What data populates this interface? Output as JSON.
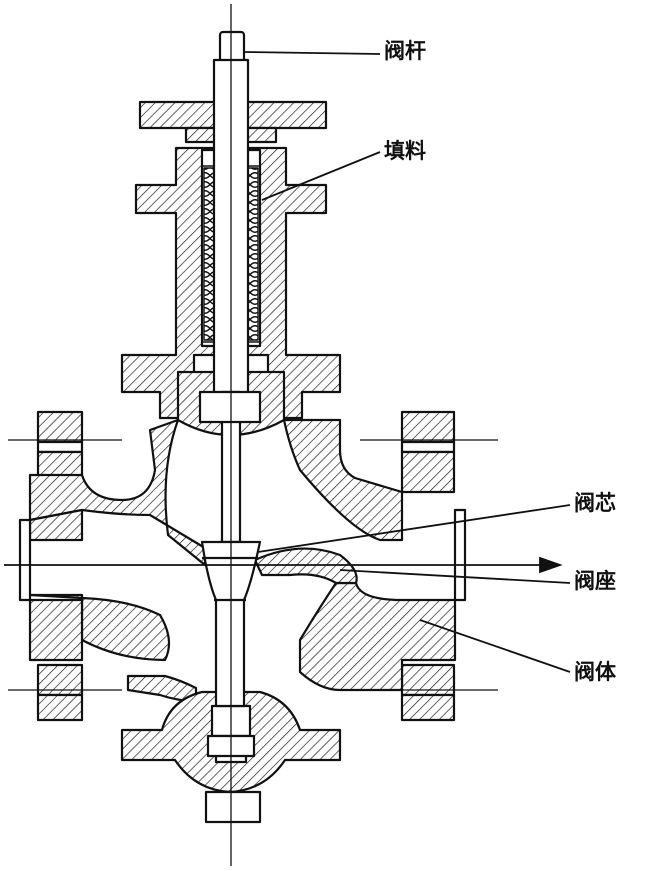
{
  "labels": {
    "stem": "阀杆",
    "packing": "填料",
    "plug": "阀芯",
    "seat": "阀座",
    "body": "阀体"
  },
  "colors": {
    "ink": "#111111",
    "paper": "#ffffff"
  }
}
